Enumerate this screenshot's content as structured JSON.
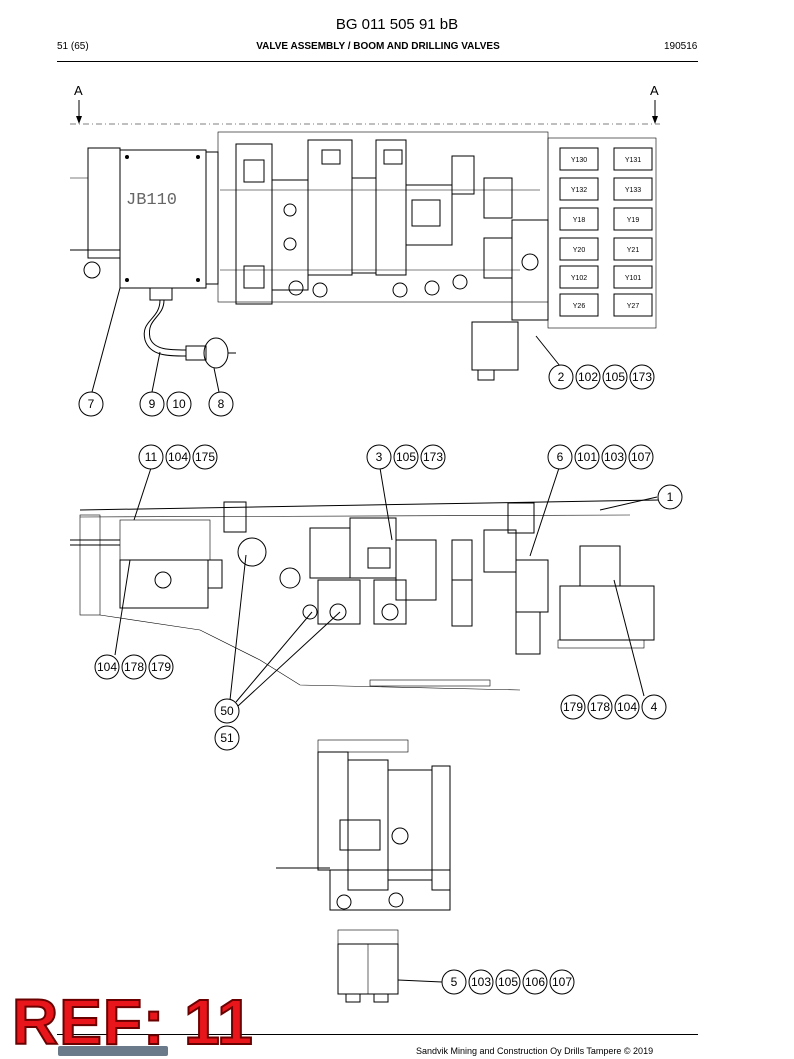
{
  "header": {
    "doc_number": "BG 011 505 91 bB",
    "page": "51 (65)",
    "title": "VALVE ASSEMBLY / BOOM AND DRILLING VALVES",
    "date": "190516"
  },
  "section": {
    "left": "A",
    "right": "A"
  },
  "jb_label": "JB110",
  "solenoid_labels": [
    "Y130",
    "Y131",
    "Y132",
    "Y133",
    "Y18",
    "Y19",
    "Y20",
    "Y21",
    "Y102",
    "Y101",
    "Y26",
    "Y27"
  ],
  "callouts": {
    "c7": "7",
    "c9": "9",
    "c10": "10",
    "c8": "8",
    "c2": "2",
    "c102a": "102",
    "c105a": "105",
    "c173a": "173",
    "c11": "11",
    "c104a": "104",
    "c175": "175",
    "c3": "3",
    "c105b": "105",
    "c173b": "173",
    "c6": "6",
    "c101": "101",
    "c103a": "103",
    "c107a": "107",
    "c1": "1",
    "c104b": "104",
    "c178a": "178",
    "c179a": "179",
    "c50": "50",
    "c51": "51",
    "c179b": "179",
    "c178b": "178",
    "c104c": "104",
    "c4": "4",
    "c5": "5",
    "c103b": "103",
    "c105c": "105",
    "c106": "106",
    "c107b": "107"
  },
  "footer": {
    "copyright": "Sandvik Mining and Construction Oy Drills Tampere © 2019",
    "stamp": "REF: 11"
  }
}
